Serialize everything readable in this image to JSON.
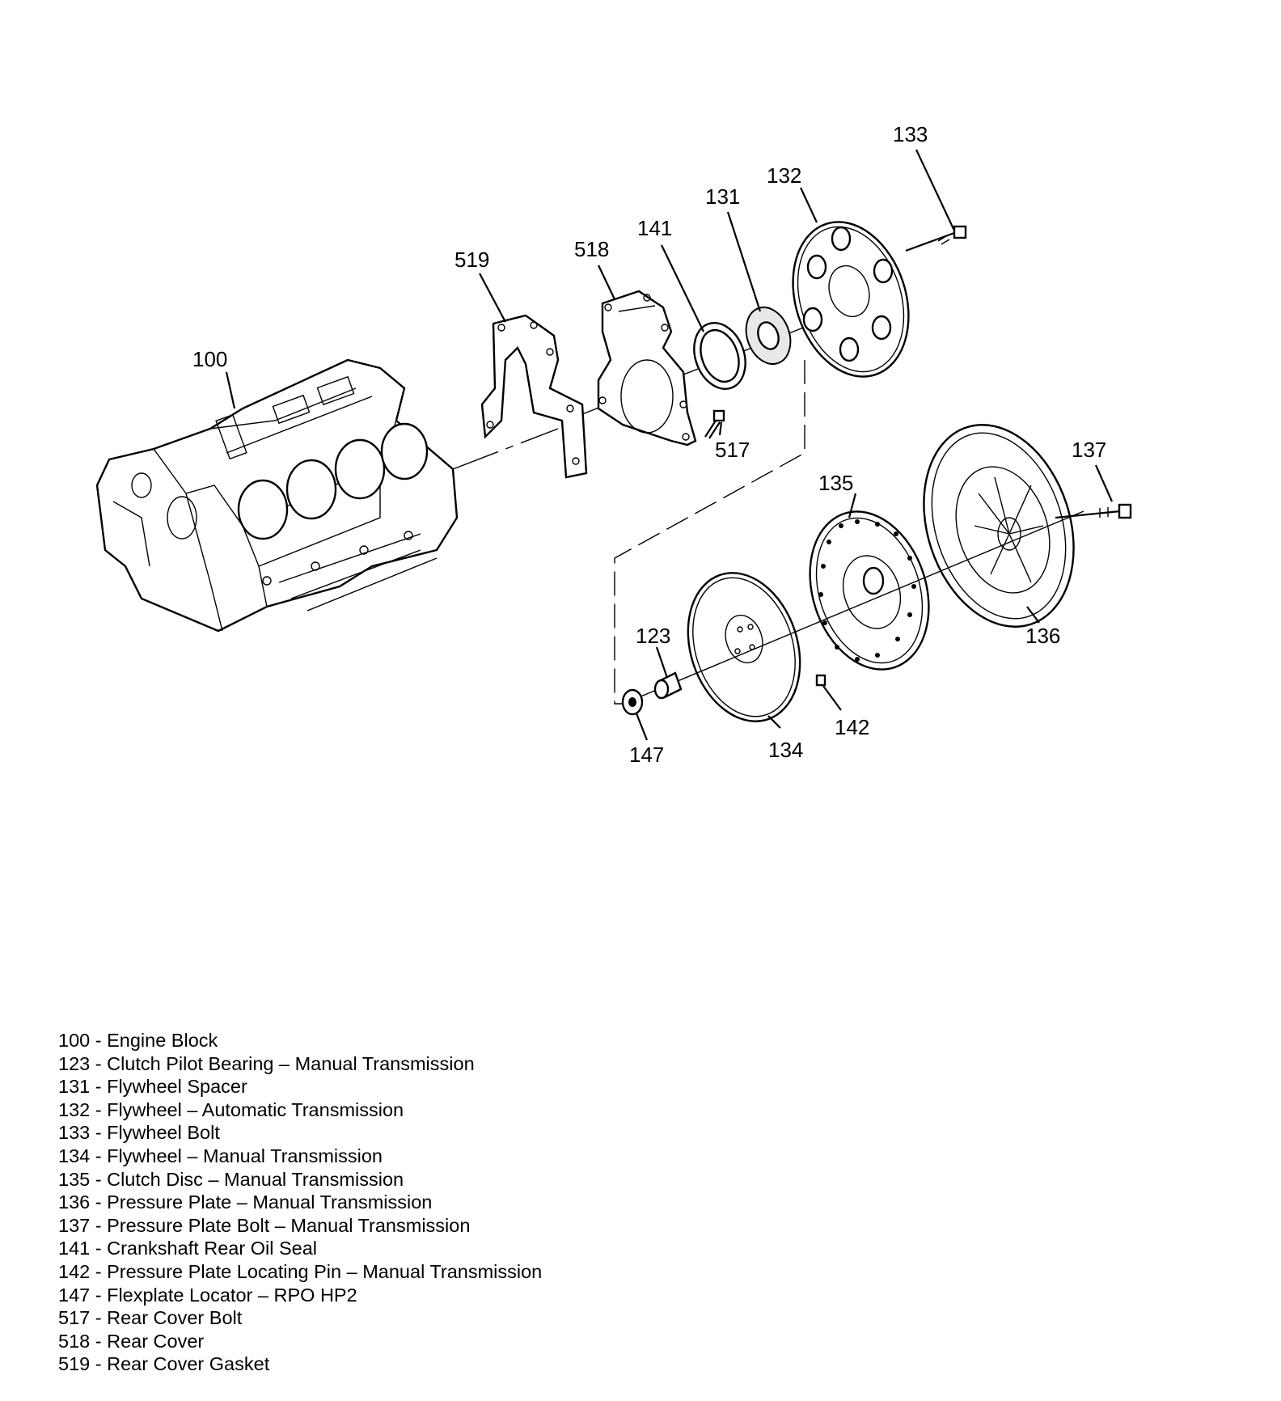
{
  "callouts": {
    "c100": "100",
    "c123": "123",
    "c131": "131",
    "c132": "132",
    "c133": "133",
    "c134": "134",
    "c135": "135",
    "c136": "136",
    "c137": "137",
    "c141": "141",
    "c142": "142",
    "c147": "147",
    "c517": "517",
    "c518": "518",
    "c519": "519"
  },
  "legend": [
    "100 - Engine Block",
    "123 - Clutch Pilot Bearing – Manual Transmission",
    "131 - Flywheel Spacer",
    "132 - Flywheel – Automatic Transmission",
    "133 - Flywheel Bolt",
    "134 - Flywheel – Manual Transmission",
    "135 - Clutch Disc – Manual Transmission",
    "136 - Pressure Plate – Manual Transmission",
    "137 - Pressure Plate Bolt – Manual Transmission",
    "141 - Crankshaft Rear Oil Seal",
    "142 - Pressure Plate Locating Pin – Manual Transmission",
    "147 - Flexplate Locator – RPO HP2",
    "517 - Rear Cover Bolt",
    "518 - Rear Cover",
    "519 - Rear Cover Gasket"
  ]
}
